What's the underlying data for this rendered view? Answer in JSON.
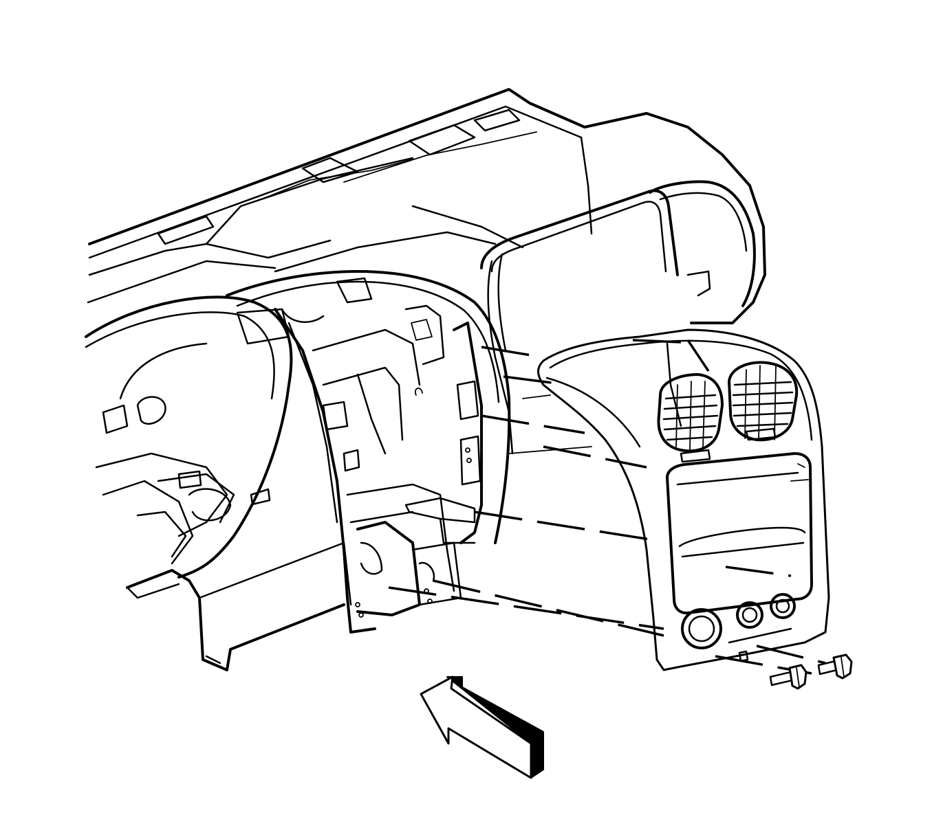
{
  "figure": {
    "subject": "",
    "components": [
      {
        "id": "instrument-panel",
        "icon": "instrument-panel-outline"
      },
      {
        "id": "center-trim-bezel",
        "icon": "center-bezel-outline"
      },
      {
        "id": "air-outlet-left",
        "icon": "air-vent-icon"
      },
      {
        "id": "air-outlet-right",
        "icon": "air-vent-icon"
      },
      {
        "id": "bolt-1",
        "icon": "bolt-icon"
      },
      {
        "id": "bolt-2",
        "icon": "bolt-icon"
      },
      {
        "id": "view-direction-arrow",
        "icon": "direction-arrow-icon"
      }
    ],
    "colors": {
      "line": "#000000",
      "background": "#ffffff"
    }
  }
}
